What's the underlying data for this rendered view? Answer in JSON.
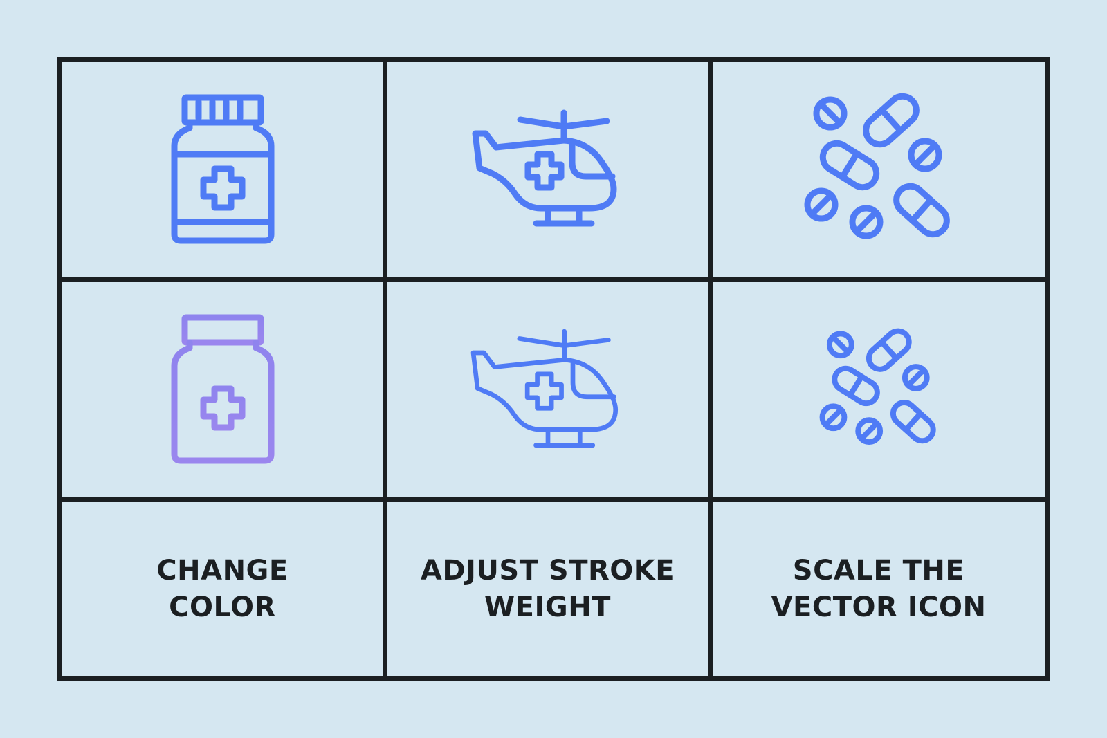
{
  "colors": {
    "background": "#d5e7f1",
    "grid_line": "#1b1f22",
    "icon_blue": "#4f7bf5",
    "icon_gradient_top": "#8f84ee",
    "icon_gradient_bottom": "#9a86ee"
  },
  "icons": {
    "row1": [
      "medicine-bottle-icon",
      "air-ambulance-helicopter-icon",
      "pills-icon"
    ],
    "row2": [
      "medicine-bottle-icon",
      "air-ambulance-helicopter-icon",
      "pills-icon"
    ]
  },
  "labels": {
    "change_color": {
      "line1": "CHANGE",
      "line2": "COLOR"
    },
    "adjust_stroke": {
      "line1": "ADJUST STROKE",
      "line2": "WEIGHT"
    },
    "scale_icon": {
      "line1": "SCALE THE",
      "line2": "VECTOR ICON"
    }
  }
}
